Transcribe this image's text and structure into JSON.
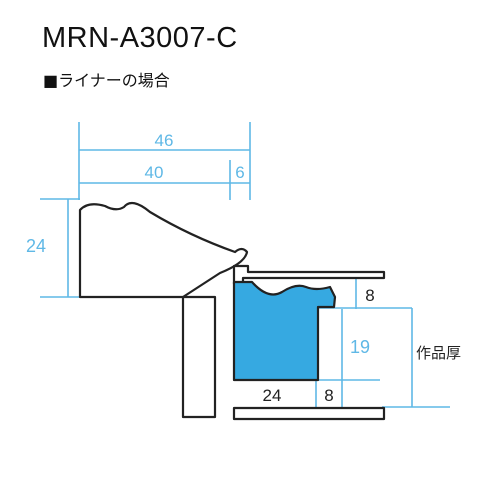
{
  "title": "MRN-A3007-C",
  "subtitle": "■ライナーの場合",
  "colors": {
    "dimension_line": "#5fb8e6",
    "liner_fill": "#36a9e1",
    "outline": "#222222"
  },
  "dimensions": {
    "overall_width": "46",
    "inner_width": "40",
    "lip_width": "6",
    "frame_height": "24",
    "liner_top": "8",
    "liner_depth": "19",
    "liner_width": "24",
    "liner_lip": "8",
    "artwork_thickness": "作品厚"
  }
}
